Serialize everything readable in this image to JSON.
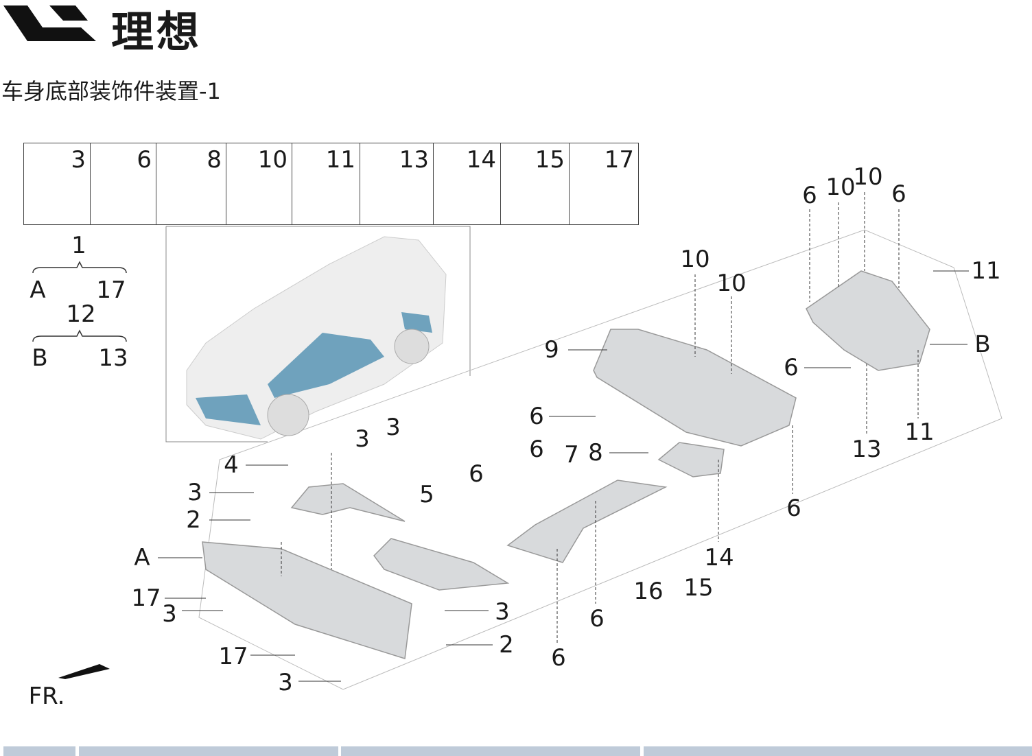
{
  "brand": {
    "name": "理想"
  },
  "title": "车身底部装饰件装置-1",
  "parts_strip": [
    "3",
    "6",
    "8",
    "10",
    "11",
    "13",
    "14",
    "15",
    "17"
  ],
  "legend": {
    "g1": "1",
    "g1_left": "A",
    "g1_right": "17",
    "g2": "12",
    "g2_left": "B",
    "g2_right": "13"
  },
  "callouts": [
    "6",
    "10",
    "10",
    "6",
    "11",
    "10",
    "10",
    "9",
    "B",
    "6",
    "6",
    "13",
    "11",
    "3",
    "3",
    "6",
    "7",
    "8",
    "4",
    "6",
    "6",
    "5",
    "3",
    "2",
    "A",
    "14",
    "16",
    "15",
    "17",
    "3",
    "6",
    "3",
    "2",
    "6",
    "17",
    "3"
  ],
  "direction": "FR.",
  "colors": {
    "panel": "#d6d8da",
    "highlight": "#4f8fb0",
    "footer": "#bfcbd9"
  }
}
